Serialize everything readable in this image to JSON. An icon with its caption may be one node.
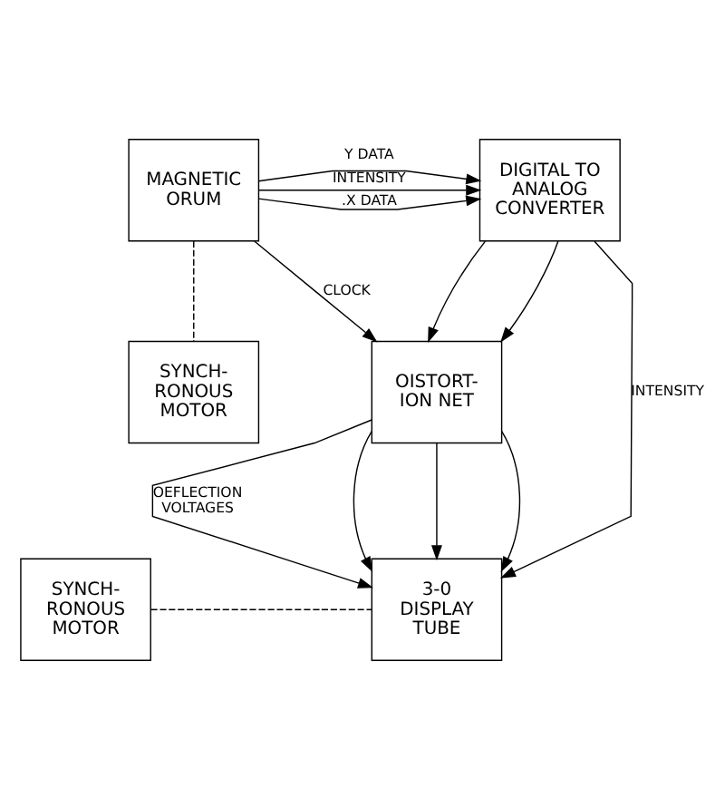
{
  "diagram": {
    "nodes": [
      {
        "text": [
          "MAGNETIC ORUM"
        ]
      },
      {
        "text": [
          "DIGITAL TO ANALOG CONVERTER"
        ]
      },
      {
        "text": [
          "SYNCH- RONOUS MOTOR"
        ]
      },
      {
        "text": [
          "OISTORT- ION NET"
        ]
      },
      {
        "text": [
          "SYNCH- RONOUS MOTOR"
        ]
      },
      {
        "text": [
          "3-0 DISPLAY TUBE"
        ]
      }
    ],
    "edges": [
      {
        "from": 0,
        "to": 1,
        "arrow": "to",
        "label": ".X DATA"
      },
      {
        "from": 0,
        "to": 1,
        "arrow": "to",
        "label": "Y DATA"
      },
      {
        "from": 0,
        "to": 1,
        "arrow": "to",
        "label": "INTENSITY"
      },
      {
        "from": 0,
        "to": 2,
        "arrow": "none",
        "style": "dashed"
      },
      {
        "from": 0,
        "to": 3,
        "arrow": "to",
        "label": "CLOCK"
      },
      {
        "from": 1,
        "to": 3,
        "arrow": "to"
      },
      {
        "from": 1,
        "to": 3,
        "arrow": "to"
      },
      {
        "from": 1,
        "to": 5,
        "arrow": "to",
        "label": "INTENSITY"
      },
      {
        "from": 3,
        "to": 5,
        "arrow": "to",
        "label": "OEFLECTION VOLTAGES"
      },
      {
        "from": 3,
        "to": 5,
        "arrow": "to"
      },
      {
        "from": 3,
        "to": 5,
        "arrow": "to"
      },
      {
        "from": 3,
        "to": 5,
        "arrow": "to"
      },
      {
        "from": 4,
        "to": 5,
        "arrow": "none",
        "style": "dashed"
      }
    ]
  }
}
